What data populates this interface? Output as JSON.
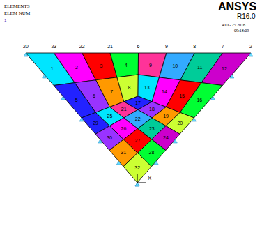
{
  "diagram": {
    "labels": [
      "ELEMENTS",
      "ELEM NUM",
      "1",
      "ANSYS",
      "R16.0",
      "AUG 25 2016",
      "09:18:09",
      "X",
      "20",
      "23",
      "22",
      "21",
      "6",
      "9",
      "8",
      "7",
      "2",
      "1",
      "2",
      "3",
      "4",
      "5",
      "6",
      "7",
      "8",
      "9",
      "10",
      "11",
      "12",
      "13",
      "14",
      "15",
      "16",
      "17",
      "18",
      "19",
      "20",
      "21",
      "22",
      "23",
      "24",
      "25",
      "26",
      "27",
      "28",
      "29",
      "30",
      "31",
      "32"
    ]
  }
}
